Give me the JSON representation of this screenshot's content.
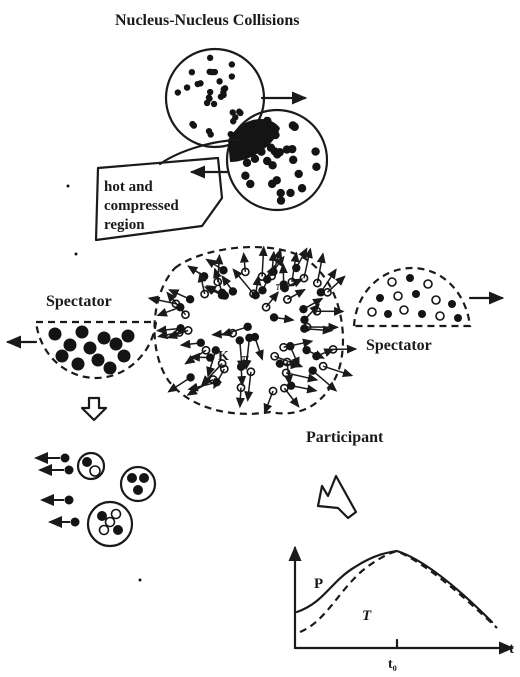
{
  "labels": {
    "title": "Nucleus-Nucleus Collisions",
    "hot_region_line1": "hot and",
    "hot_region_line2": "compressed",
    "hot_region_line3": "region",
    "spectator_left": "Spectator",
    "spectator_right": "Spectator",
    "participant": "Participant",
    "kaon": "K",
    "pion_top": "π",
    "pion_mid": "π",
    "graph_p": "P",
    "graph_t": "T",
    "graph_t0": "t₀",
    "graph_t_axis": "t"
  },
  "colors": {
    "ink": "#1a1a1a",
    "paper": "#ffffff"
  }
}
